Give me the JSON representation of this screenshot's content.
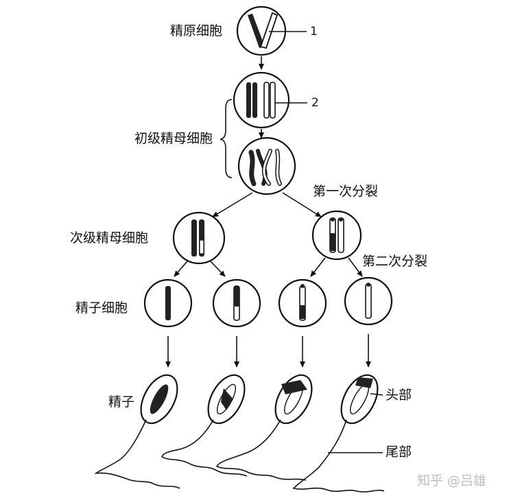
{
  "labels": {
    "spermatogonium": "精原细胞",
    "primary_spermatocyte": "初级精母细胞",
    "secondary_spermatocyte": "次级精母细胞",
    "spermatid": "精子细胞",
    "sperm": "精子",
    "first_division": "第一次分裂",
    "second_division": "第二次分裂",
    "head": "头部",
    "tail": "尾部",
    "marker_1": "1",
    "marker_2": "2"
  },
  "watermark": "知乎 @吕雄"
}
